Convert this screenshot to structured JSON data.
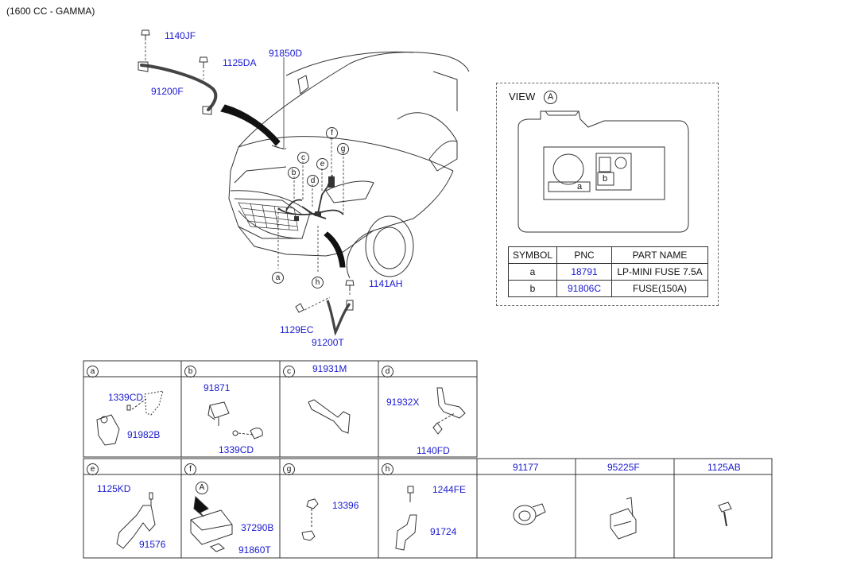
{
  "header": {
    "title": "(1600 CC - GAMMA)"
  },
  "main_diagram": {
    "labels": {
      "p1140JF": "1140JF",
      "p1125DA": "1125DA",
      "p91850D": "91850D",
      "p91200F": "91200F",
      "p1141AH": "1141AH",
      "p1129EC": "1129EC",
      "p91200T": "91200T"
    },
    "callouts": {
      "a": "a",
      "b": "b",
      "c": "c",
      "d": "d",
      "e": "e",
      "f": "f",
      "g": "g",
      "h": "h"
    }
  },
  "view": {
    "title": "VIEW",
    "marker": "A",
    "fuse_a": "a",
    "fuse_b": "b",
    "table": {
      "headers": [
        "SYMBOL",
        "PNC",
        "PART NAME"
      ],
      "rows": [
        {
          "symbol": "a",
          "pnc": "18791",
          "name": "LP-MINI FUSE 7.5A"
        },
        {
          "symbol": "b",
          "pnc": "91806C",
          "name": "FUSE(150A)"
        }
      ]
    }
  },
  "grid": {
    "row1": {
      "a": {
        "letter": "a",
        "parts": [
          "1339CD",
          "91982B"
        ]
      },
      "b": {
        "letter": "b",
        "parts": [
          "91871",
          "1339CD"
        ]
      },
      "c": {
        "letter": "c",
        "header_pnc": "91931M"
      },
      "d": {
        "letter": "d",
        "parts": [
          "91932X",
          "1140FD"
        ]
      }
    },
    "row2": {
      "e": {
        "letter": "e",
        "parts": [
          "1125KD",
          "91576"
        ]
      },
      "f": {
        "letter": "f",
        "marker": "A",
        "parts": [
          "37290B",
          "91860T"
        ]
      },
      "g": {
        "letter": "g",
        "parts": [
          "13396"
        ]
      },
      "h": {
        "letter": "h",
        "parts": [
          "1244FE",
          "91724"
        ]
      },
      "p91177": "91177",
      "p95225F": "95225F",
      "p1125AB": "1125AB"
    }
  },
  "colors": {
    "pnc_text": "#1a1ad0",
    "line": "#333333"
  }
}
